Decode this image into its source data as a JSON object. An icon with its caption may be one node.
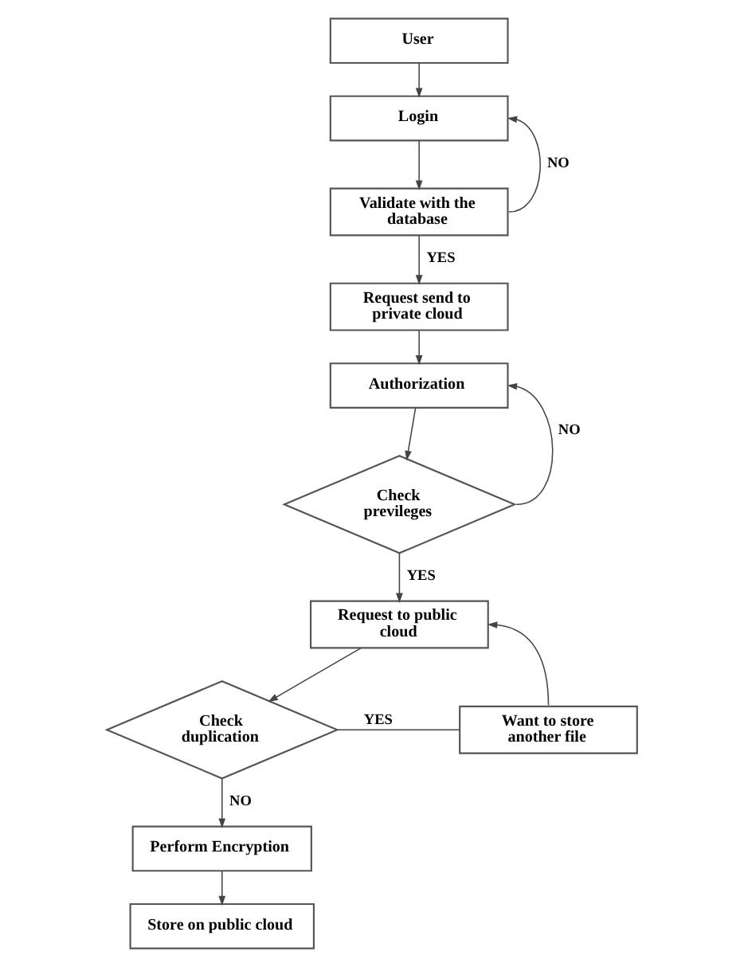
{
  "diagram": {
    "nodes": [
      {
        "text": [
          "User"
        ]
      },
      {
        "text": [
          "Login"
        ]
      },
      {
        "text": [
          "Validate with the database"
        ]
      },
      {
        "text": [
          "Request send to private cloud"
        ]
      },
      {
        "text": [
          "Authorization"
        ]
      },
      {
        "text": [
          "Check previleges"
        ]
      },
      {
        "text": [
          "Request to public cloud"
        ]
      },
      {
        "text": [
          "Want to store another file"
        ]
      },
      {
        "text": [
          "Check duplication"
        ]
      },
      {
        "text": [
          "Perform Encryption"
        ]
      },
      {
        "text": [
          "Store on public cloud"
        ]
      }
    ],
    "edges": [
      {
        "from": 0,
        "to": 1,
        "arrow": "to"
      },
      {
        "from": 1,
        "to": 2,
        "arrow": "to"
      },
      {
        "from": 2,
        "to": 1,
        "arrow": "to",
        "label": "NO"
      },
      {
        "from": 2,
        "to": 3,
        "arrow": "to",
        "label": "YES"
      },
      {
        "from": 3,
        "to": 4,
        "arrow": "to"
      },
      {
        "from": 4,
        "to": 5,
        "arrow": "to"
      },
      {
        "from": 5,
        "to": 4,
        "arrow": "to",
        "label": "NO"
      },
      {
        "from": 5,
        "to": 6,
        "arrow": "to",
        "label": "YES"
      },
      {
        "from": 6,
        "to": 8,
        "arrow": "to"
      },
      {
        "from": 8,
        "to": 7,
        "arrow": "none",
        "label": "YES"
      },
      {
        "from": 7,
        "to": 6,
        "arrow": "to"
      },
      {
        "from": 8,
        "to": 9,
        "arrow": "to",
        "label": "NO"
      },
      {
        "from": 9,
        "to": 10,
        "arrow": "to"
      }
    ]
  }
}
